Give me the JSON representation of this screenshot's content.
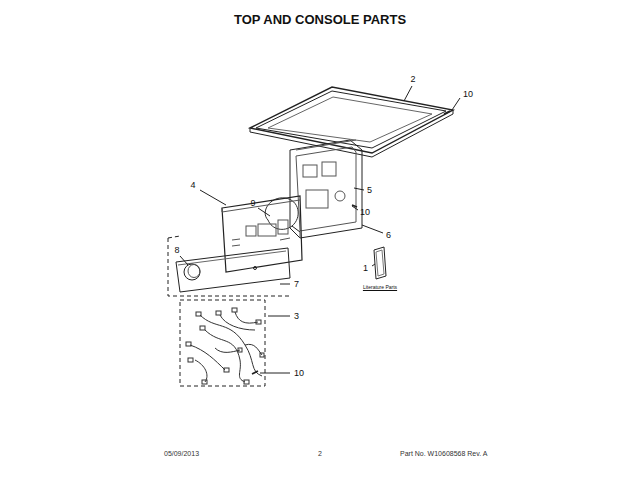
{
  "diagram": {
    "title": "TOP AND CONSOLE PARTS",
    "labels": [
      "2",
      "10",
      "5",
      "4",
      "9",
      "10",
      "6",
      "8",
      "1",
      "Literature Parts",
      "7",
      "3",
      "10",
      "05/09/2013",
      "2",
      "Part No. W10608568  Rev. A"
    ]
  }
}
